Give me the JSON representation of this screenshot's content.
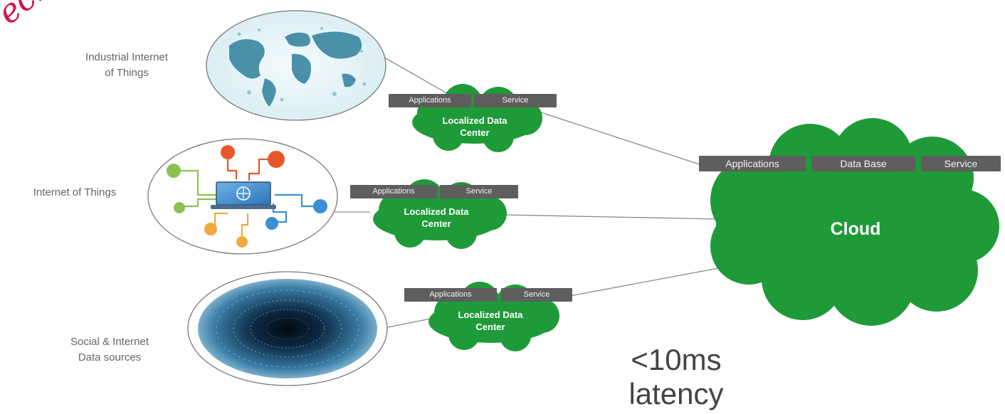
{
  "watermark_text": "echa",
  "sources": [
    {
      "label": "Industrial Internet\nof Things",
      "icon": "world-map-icon"
    },
    {
      "label": "Internet of Things",
      "icon": "laptop-network-icon"
    },
    {
      "label": "Social & Internet\nData sources",
      "icon": "data-tunnel-icon"
    }
  ],
  "local_data_centers": [
    {
      "label": "Localized Data\nCenter",
      "tags": [
        "Applications",
        "Service"
      ]
    },
    {
      "label": "Localized Data\nCenter",
      "tags": [
        "Applications",
        "Service"
      ]
    },
    {
      "label": "Localized Data\nCenter",
      "tags": [
        "Applications",
        "Service"
      ]
    }
  ],
  "cloud": {
    "label": "Cloud",
    "tags": [
      "Applications",
      "Data Base",
      "Service"
    ]
  },
  "latency": "<10ms\nlatency",
  "colors": {
    "cloud_green": "#1f9a38",
    "tag_gray": "#5e5e5e",
    "watermark": "#d8134a",
    "connector": "#8a8a8a"
  }
}
